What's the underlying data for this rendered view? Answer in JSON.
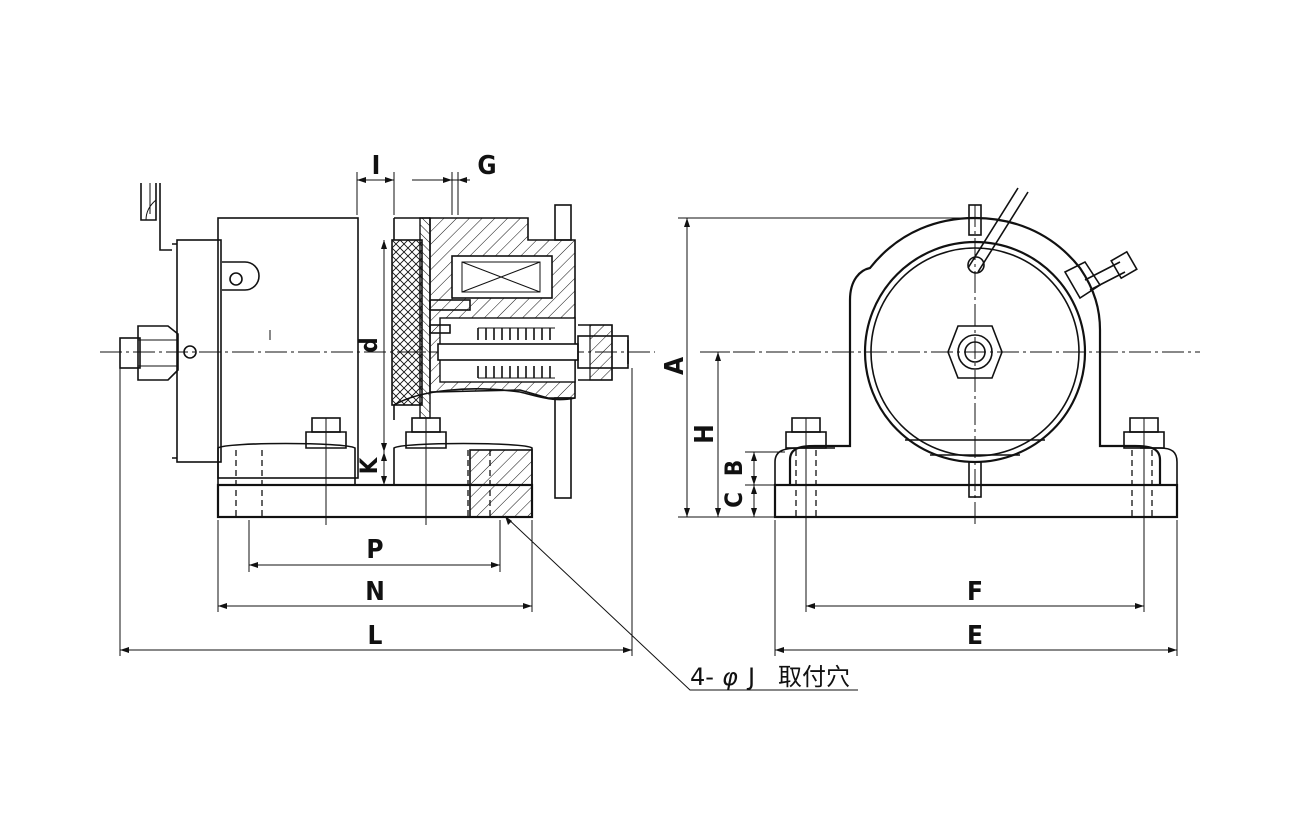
{
  "dimensions": {
    "I": "I",
    "G": "G",
    "d": "d",
    "K": "K",
    "P": "P",
    "N": "N",
    "L": "L",
    "A": "A",
    "H": "H",
    "B": "B",
    "C": "C",
    "F": "F",
    "E": "E"
  },
  "note": {
    "qty": "4-",
    "phi": "φ",
    "J": "J",
    "text": "取付穴"
  }
}
